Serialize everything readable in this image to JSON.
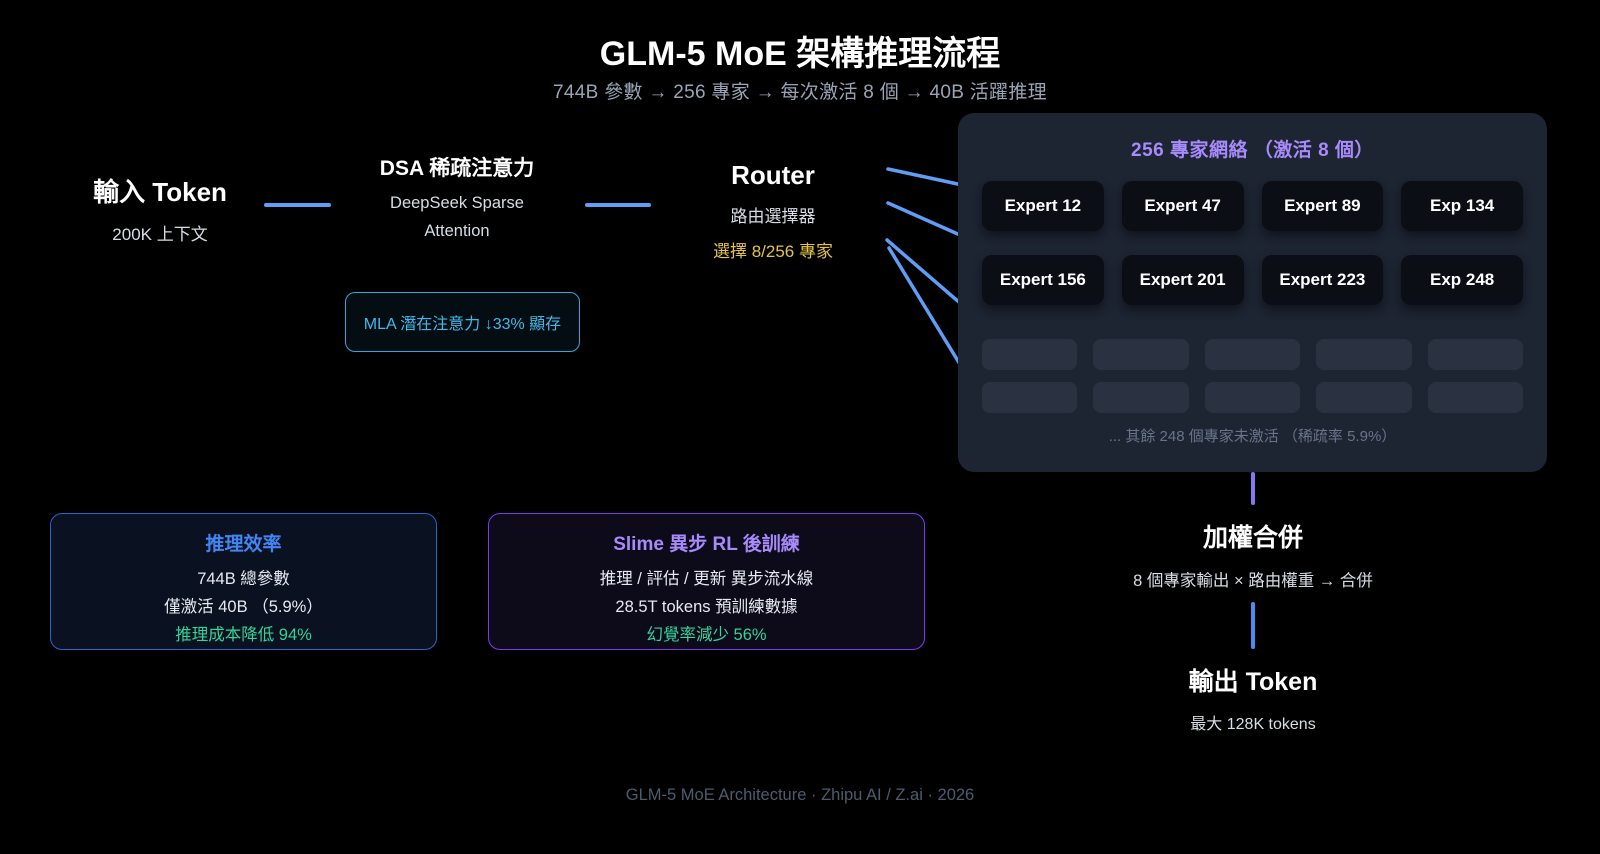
{
  "header": {
    "title": "GLM-5 MoE 架構推理流程",
    "subtitle": "744B 參數 → 256 專家 → 每次激活 8 個 → 40B 活躍推理"
  },
  "nodes": {
    "input_token": {
      "title": "輸入 Token",
      "subtitle": "200K 上下文"
    },
    "dsa": {
      "title": "DSA 稀疏注意力",
      "subtitle_line1": "DeepSeek Sparse",
      "subtitle_line2": "Attention"
    },
    "mla_badge": {
      "label": "MLA 潛在注意力 ↓33% 顯存"
    },
    "router": {
      "title": "Router",
      "subtitle": "路由選擇器",
      "highlight": "選擇 8/256 專家"
    }
  },
  "expert_panel": {
    "title": "256 專家網絡 （激活 8 個）",
    "active_experts": [
      "Expert 12",
      "Expert 47",
      "Expert 89",
      "Exp 134",
      "Expert 156",
      "Expert 201",
      "Expert 223",
      "Exp 248"
    ],
    "inactive_slots": 10,
    "footnote": "... 其餘 248 個專家未激活 （稀疏率 5.9%）"
  },
  "stat_boxes": {
    "efficiency": {
      "title": "推理效率",
      "line1": "744B 總參數",
      "line2": "僅激活 40B （5.9%）",
      "highlight": "推理成本降低 94%"
    },
    "slime": {
      "title": "Slime 異步 RL 後訓練",
      "line1": "推理 / 評估 / 更新 異步流水線",
      "line2": "28.5T tokens 預訓練數據",
      "highlight": "幻覺率減少 56%"
    }
  },
  "output_flow": {
    "merge": {
      "title": "加權合併",
      "subtitle": "8 個專家輸出 × 路由權重 → 合併"
    },
    "output": {
      "title": "輸出 Token",
      "subtitle": "最大 128K tokens"
    }
  },
  "footer": {
    "credit": "GLM-5 MoE Architecture · Zhipu AI / Z.ai · 2026"
  },
  "colors": {
    "background": "#000000",
    "connector_blue": "#5f9df6",
    "connector_purple": "#8677f0",
    "accent_purple": "#a78bfa",
    "accent_yellow": "#e5c34a",
    "accent_green": "#34d399",
    "accent_cyan": "#41b9e9",
    "accent_blue": "#4285f4",
    "panel_bg": "#1d2432",
    "active_box_bg": "#0b0e14",
    "inactive_box_bg": "#2a3140"
  }
}
